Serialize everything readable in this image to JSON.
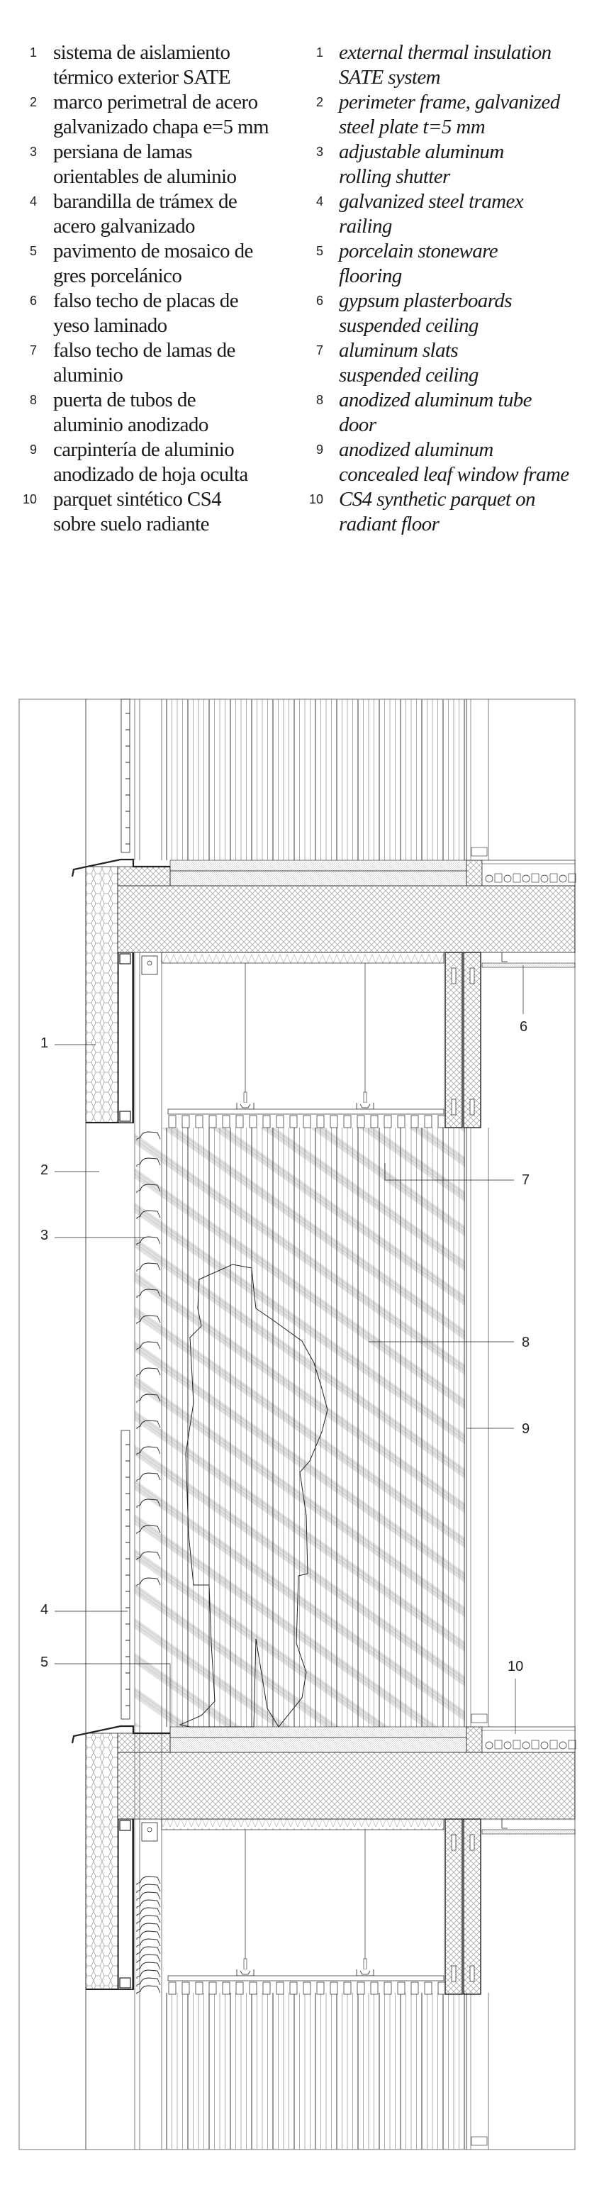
{
  "legend": {
    "spanish": [
      {
        "n": "1",
        "lines": [
          "sistema de aislamiento",
          "térmico exterior SATE"
        ]
      },
      {
        "n": "2",
        "lines": [
          "marco perimetral de acero",
          "galvanizado chapa e=5 mm"
        ]
      },
      {
        "n": "3",
        "lines": [
          "persiana de lamas",
          "orientables de aluminio"
        ]
      },
      {
        "n": "4",
        "lines": [
          "barandilla de trámex de",
          "acero galvanizado"
        ]
      },
      {
        "n": "5",
        "lines": [
          "pavimento de mosaico de",
          "gres porcelánico"
        ]
      },
      {
        "n": "6",
        "lines": [
          "falso techo de placas de",
          "yeso laminado"
        ]
      },
      {
        "n": "7",
        "lines": [
          "falso techo de lamas de",
          "aluminio"
        ]
      },
      {
        "n": "8",
        "lines": [
          "puerta de tubos de",
          "aluminio anodizado"
        ]
      },
      {
        "n": "9",
        "lines": [
          "carpintería de aluminio",
          "anodizado de hoja oculta"
        ]
      },
      {
        "n": "10",
        "lines": [
          "parquet sintético CS4",
          "sobre suelo radiante"
        ]
      }
    ],
    "english": [
      {
        "n": "1",
        "lines": [
          "external thermal insulation",
          "SATE system"
        ]
      },
      {
        "n": "2",
        "lines": [
          "perimeter frame, galvanized",
          "steel plate t=5 mm"
        ]
      },
      {
        "n": "3",
        "lines": [
          "adjustable aluminum",
          "rolling shutter"
        ]
      },
      {
        "n": "4",
        "lines": [
          "galvanized steel tramex",
          "railing"
        ]
      },
      {
        "n": "5",
        "lines": [
          "porcelain stoneware",
          "flooring"
        ]
      },
      {
        "n": "6",
        "lines": [
          "gypsum plasterboards",
          "suspended ceiling"
        ]
      },
      {
        "n": "7",
        "lines": [
          "aluminum slats",
          "suspended ceiling"
        ]
      },
      {
        "n": "8",
        "lines": [
          "anodized aluminum tube",
          "door"
        ]
      },
      {
        "n": "9",
        "lines": [
          "anodized aluminum",
          "concealed leaf window frame"
        ]
      },
      {
        "n": "10",
        "lines": [
          "CS4 synthetic parquet on",
          "radiant floor"
        ]
      }
    ]
  },
  "drawing": {
    "callouts": {
      "sate": "1",
      "frame": "2",
      "shutter": "3",
      "railing": "4",
      "flooring": "5",
      "plaster_ceiling": "6",
      "slat_ceiling": "7",
      "tube_door": "8",
      "window": "9",
      "parquet": "10"
    },
    "colors": {
      "line": "#222222",
      "frame": "#8a8a8a",
      "hatch": "#9a9a9a",
      "shade": "#c8c8c8"
    }
  }
}
